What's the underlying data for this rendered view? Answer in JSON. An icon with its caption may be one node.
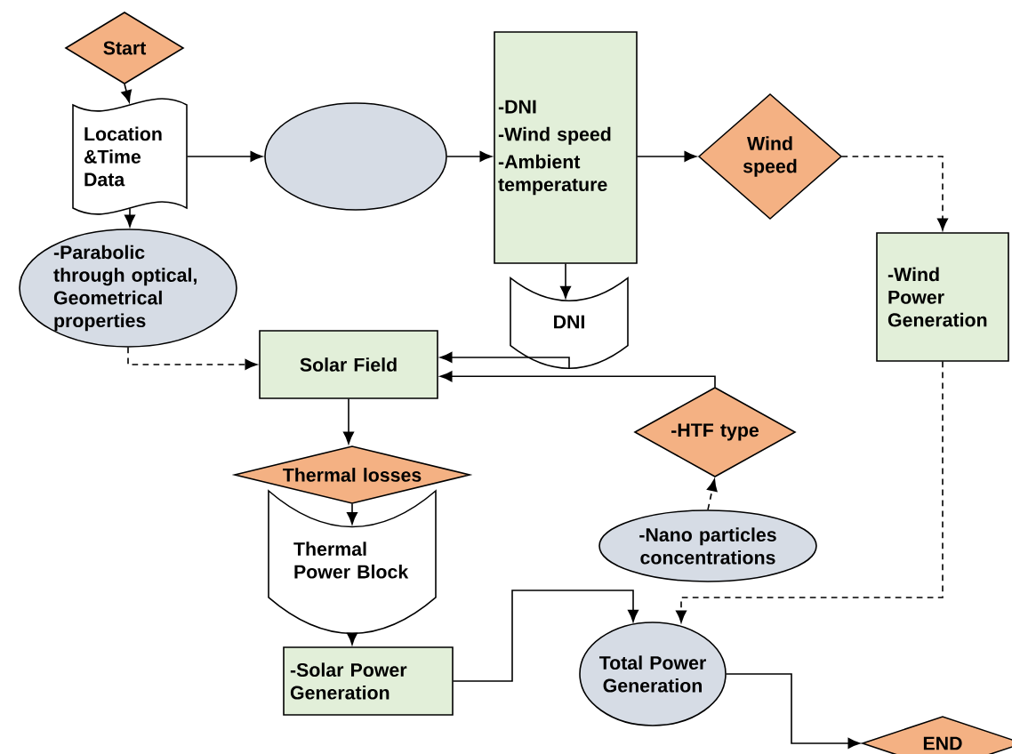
{
  "diagram": {
    "nodes": [
      {
        "text": [
          "Start"
        ]
      },
      {
        "text": [
          "Location &Time Data"
        ]
      },
      {
        "text": [],
        "shape": "ellipse"
      },
      {
        "text": [
          "-DNI",
          "-Wind speed",
          "-Ambient temperature"
        ]
      },
      {
        "text": [
          "Wind speed"
        ]
      },
      {
        "text": [
          "-Parabolic through optical, Geometrical properties"
        ]
      },
      {
        "text": [
          "DNI"
        ]
      },
      {
        "text": [
          "-Wind Power Generation"
        ]
      },
      {
        "text": [
          "Solar Field"
        ]
      },
      {
        "text": [
          "-HTF type"
        ]
      },
      {
        "text": [
          "Thermal losses"
        ]
      },
      {
        "text": [
          "Thermal Power Block"
        ]
      },
      {
        "text": [
          "-Nano particles concentrations"
        ]
      },
      {
        "text": [
          "-Solar Power Generation"
        ]
      },
      {
        "text": [
          "Total Power Generation"
        ]
      },
      {
        "text": [
          "END"
        ]
      }
    ],
    "edges": [
      {
        "from": 0,
        "to": 1,
        "arrow": "to"
      },
      {
        "from": 1,
        "to": 2,
        "arrow": "to"
      },
      {
        "from": 2,
        "to": 3,
        "arrow": "to"
      },
      {
        "from": 3,
        "to": 4,
        "arrow": "to"
      },
      {
        "from": 4,
        "to": 7,
        "arrow": "to",
        "style": "dashed"
      },
      {
        "from": 1,
        "to": 5,
        "arrow": "to"
      },
      {
        "from": 5,
        "to": 8,
        "arrow": "to",
        "style": "dashed"
      },
      {
        "from": 3,
        "to": 6,
        "arrow": "to"
      },
      {
        "from": 6,
        "to": 8,
        "arrow": "to"
      },
      {
        "from": 9,
        "to": 8,
        "arrow": "to"
      },
      {
        "from": 8,
        "to": 10,
        "arrow": "to"
      },
      {
        "from": 10,
        "to": 11,
        "arrow": "to"
      },
      {
        "from": 11,
        "to": 13,
        "arrow": "to"
      },
      {
        "from": 13,
        "to": 14,
        "arrow": "to"
      },
      {
        "from": 7,
        "to": 14,
        "arrow": "to",
        "style": "dashed"
      },
      {
        "from": 12,
        "to": 9,
        "arrow": "to",
        "style": "dashed"
      },
      {
        "from": 14,
        "to": 15,
        "arrow": "to"
      }
    ]
  }
}
